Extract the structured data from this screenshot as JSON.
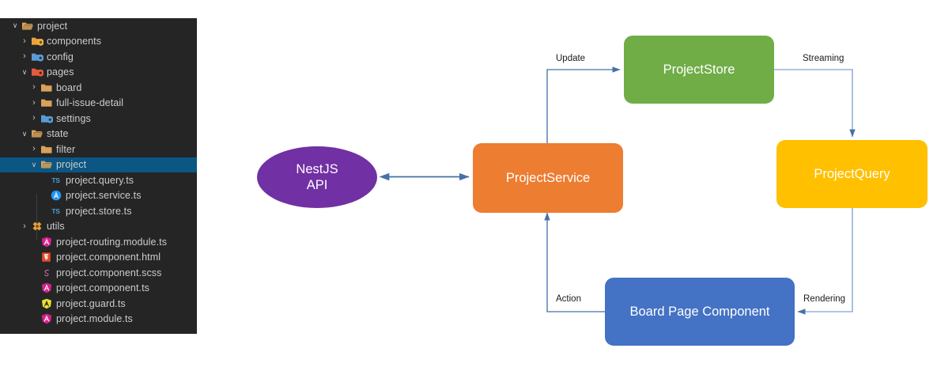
{
  "explorer": {
    "background": "#252526",
    "selection_color": "#0c5683",
    "text_color": "#cccccc",
    "items": [
      {
        "label": "project",
        "depth": 0,
        "chevron": "down",
        "icon": "folder-open-icon",
        "icon_color": "#d9a15a",
        "selected": false
      },
      {
        "label": "components",
        "depth": 1,
        "chevron": "right",
        "icon": "folder-components-icon",
        "icon_color": "#e8a33d",
        "selected": false
      },
      {
        "label": "config",
        "depth": 1,
        "chevron": "right",
        "icon": "folder-config-icon",
        "icon_color": "#5a9bd5",
        "selected": false
      },
      {
        "label": "pages",
        "depth": 1,
        "chevron": "down",
        "icon": "folder-pages-icon",
        "icon_color": "#e05c3e",
        "selected": false
      },
      {
        "label": "board",
        "depth": 2,
        "chevron": "right",
        "icon": "folder-icon",
        "icon_color": "#d9a15a",
        "selected": false
      },
      {
        "label": "full-issue-detail",
        "depth": 2,
        "chevron": "right",
        "icon": "folder-icon",
        "icon_color": "#d9a15a",
        "selected": false
      },
      {
        "label": "settings",
        "depth": 2,
        "chevron": "right",
        "icon": "folder-settings-icon",
        "icon_color": "#5a9bd5",
        "selected": false
      },
      {
        "label": "state",
        "depth": 1,
        "chevron": "down",
        "icon": "folder-open-icon",
        "icon_color": "#d9a15a",
        "selected": false
      },
      {
        "label": "filter",
        "depth": 2,
        "chevron": "right",
        "icon": "folder-icon",
        "icon_color": "#d9a15a",
        "selected": false
      },
      {
        "label": "project",
        "depth": 2,
        "chevron": "down",
        "icon": "folder-open-icon",
        "icon_color": "#d9a15a",
        "selected": true
      },
      {
        "label": "project.query.ts",
        "depth": 3,
        "chevron": "none",
        "icon": "typescript-icon",
        "icon_color": "#4b9fd5",
        "selected": false
      },
      {
        "label": "project.service.ts",
        "depth": 3,
        "chevron": "none",
        "icon": "angular-service-icon",
        "icon_color": "#2196f3",
        "selected": false
      },
      {
        "label": "project.store.ts",
        "depth": 3,
        "chevron": "none",
        "icon": "typescript-icon",
        "icon_color": "#4b9fd5",
        "selected": false
      },
      {
        "label": "utils",
        "depth": 1,
        "chevron": "right",
        "icon": "folder-utils-icon",
        "icon_color": "#e8a33d",
        "selected": false
      },
      {
        "label": "project-routing.module.ts",
        "depth": 2,
        "chevron": "none",
        "icon": "angular-icon",
        "icon_color": "#d6218a",
        "selected": false
      },
      {
        "label": "project.component.html",
        "depth": 2,
        "chevron": "none",
        "icon": "html5-icon",
        "icon_color": "#e44d26",
        "selected": false
      },
      {
        "label": "project.component.scss",
        "depth": 2,
        "chevron": "none",
        "icon": "sass-icon",
        "icon_color": "#cf649a",
        "selected": false
      },
      {
        "label": "project.component.ts",
        "depth": 2,
        "chevron": "none",
        "icon": "angular-icon",
        "icon_color": "#d6218a",
        "selected": false
      },
      {
        "label": "project.guard.ts",
        "depth": 2,
        "chevron": "none",
        "icon": "angular-guard-icon",
        "icon_color": "#e8e337",
        "selected": false
      },
      {
        "label": "project.module.ts",
        "depth": 2,
        "chevron": "none",
        "icon": "angular-icon",
        "icon_color": "#d6218a",
        "selected": false
      }
    ]
  },
  "diagram": {
    "edge_color": "#4472a8",
    "nodes": {
      "nestjs_api": {
        "label": "NestJS\nAPI",
        "line1": "NestJS",
        "line2": "API",
        "color": "#7130a3",
        "shape": "ellipse"
      },
      "project_service": {
        "label": "ProjectService",
        "color": "#ed7d31",
        "shape": "rect"
      },
      "project_store": {
        "label": "ProjectStore",
        "color": "#70ad47",
        "shape": "rect"
      },
      "project_query": {
        "label": "ProjectQuery",
        "color": "#ffc000",
        "shape": "rect"
      },
      "board_page": {
        "label": "Board Page Component",
        "color": "#4472c4",
        "shape": "rect"
      }
    },
    "edges": [
      {
        "name": "update",
        "label": "Update",
        "from": "project_service",
        "to": "project_store"
      },
      {
        "name": "streaming",
        "label": "Streaming",
        "from": "project_store",
        "to": "project_query"
      },
      {
        "name": "rendering",
        "label": "Rendering",
        "from": "project_query",
        "to": "board_page"
      },
      {
        "name": "action",
        "label": "Action",
        "from": "board_page",
        "to": "project_service"
      },
      {
        "name": "api",
        "label": "",
        "from": "nestjs_api",
        "to": "project_service"
      }
    ]
  }
}
